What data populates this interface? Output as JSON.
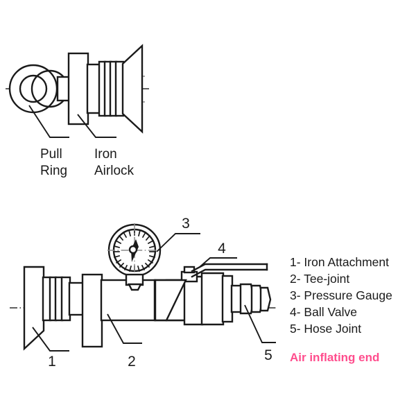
{
  "figure": {
    "background_color": "#ffffff",
    "line_color": "#1a1a1a",
    "accent_color": "#ff4d8d"
  },
  "top_diagram": {
    "name": "iron-airlock-detail",
    "callouts": [
      {
        "id": "pull-ring",
        "line1": "Pull",
        "line2": "Ring"
      },
      {
        "id": "iron-airlock",
        "line1": "Iron",
        "line2": "Airlock"
      }
    ]
  },
  "main_diagram": {
    "name": "air-inflating-assembly",
    "number_callouts": [
      {
        "id": "callout-1",
        "label": "1"
      },
      {
        "id": "callout-2",
        "label": "2"
      },
      {
        "id": "callout-3",
        "label": "3"
      },
      {
        "id": "callout-4",
        "label": "4"
      },
      {
        "id": "callout-5",
        "label": "5"
      }
    ]
  },
  "legend": {
    "items": [
      {
        "number": "1-",
        "label": "Iron Attachment",
        "text": "1- Iron Attachment"
      },
      {
        "number": "2-",
        "label": "Tee-joint",
        "text": "2- Tee-joint"
      },
      {
        "number": "3-",
        "label": "Pressure Gauge",
        "text": "3- Pressure Gauge"
      },
      {
        "number": "4-",
        "label": "Ball Valve",
        "text": "4- Ball Valve"
      },
      {
        "number": "5-",
        "label": "Hose Joint",
        "text": "5- Hose Joint"
      }
    ],
    "note": "Air inflating end"
  }
}
